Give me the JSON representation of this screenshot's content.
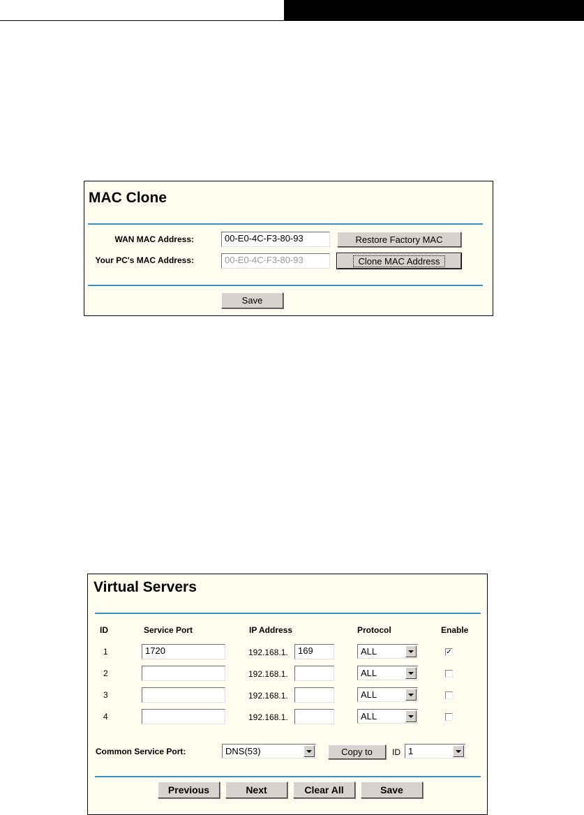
{
  "mac_clone": {
    "title": "MAC Clone",
    "wan_label": "WAN MAC Address:",
    "wan_value": "00-E0-4C-F3-80-93",
    "pc_label": "Your PC's MAC Address:",
    "pc_value": "00-E0-4C-F3-80-93",
    "restore_button": "Restore Factory MAC",
    "clone_button": "Clone MAC Address",
    "save_button": "Save"
  },
  "virtual_servers": {
    "title": "Virtual Servers",
    "headers": {
      "id": "ID",
      "service_port": "Service Port",
      "ip_address": "IP Address",
      "protocol": "Protocol",
      "enable": "Enable"
    },
    "ip_prefix": "192.168.1.",
    "rows": [
      {
        "id": "1",
        "service_port": "1720",
        "ip_last": "169",
        "protocol": "ALL",
        "enabled": "✓"
      },
      {
        "id": "2",
        "service_port": "",
        "ip_last": "",
        "protocol": "ALL",
        "enabled": ""
      },
      {
        "id": "3",
        "service_port": "",
        "ip_last": "",
        "protocol": "ALL",
        "enabled": ""
      },
      {
        "id": "4",
        "service_port": "",
        "ip_last": "",
        "protocol": "ALL",
        "enabled": ""
      }
    ],
    "common_port_label": "Common Service Port:",
    "common_port_value": "DNS(53)",
    "copy_button": "Copy to",
    "id_label": "ID",
    "id_value": "1",
    "buttons": {
      "previous": "Previous",
      "next": "Next",
      "clear_all": "Clear All",
      "save": "Save"
    }
  },
  "colors": {
    "panel_bg": "#fffdef",
    "rule": "#3b94c9",
    "button_face": "#d6d3ce"
  }
}
